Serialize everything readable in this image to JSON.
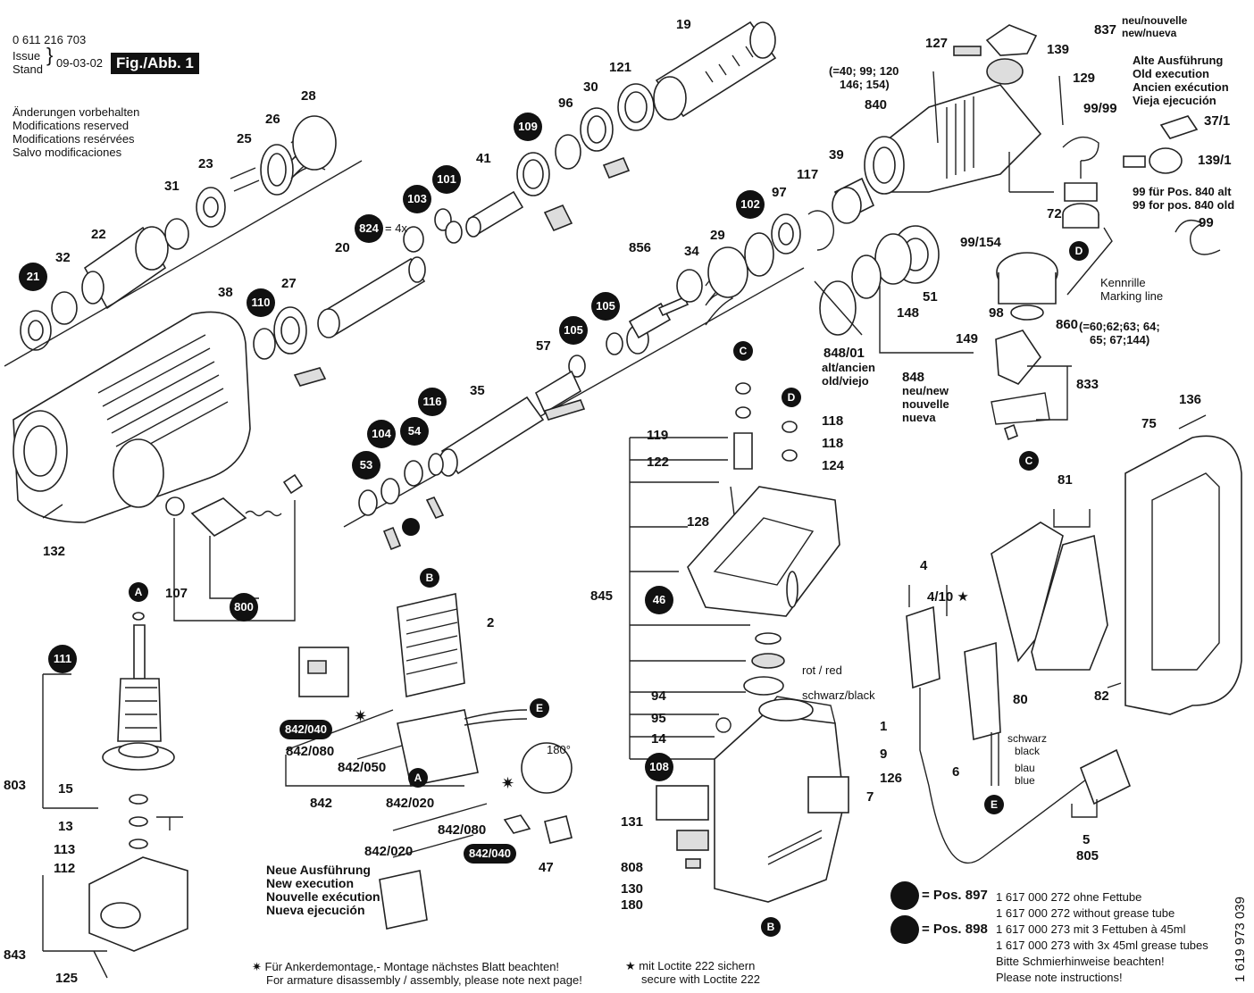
{
  "header": {
    "part_number": "0 611 216 703",
    "issue_label_1": "Issue",
    "issue_label_2": "Stand",
    "issue_date": "09-03-02",
    "figure_label": "Fig./Abb. 1"
  },
  "notices": {
    "modifications": [
      "Änderungen vorbehalten",
      "Modifications reserved",
      "Modifications resérvées",
      "Salvo modificaciones"
    ],
    "old_execution": [
      "Alte Ausführung",
      "Old execution",
      "Ancien exécution",
      "Vieja ejecución"
    ],
    "pos99_note_de": "99 für Pos. 840 alt",
    "pos99_note_en": "99 for pos. 840 old",
    "new_execution": [
      "Neue Ausführung",
      "New execution",
      "Nouvelle exécution",
      "Nueva ejecución"
    ],
    "marking_line": [
      "Kennrille",
      "Marking line"
    ],
    "ref_840": [
      "(=40; 99; 120",
      "146; 154)"
    ],
    "ref_860": [
      "(=60;62;63; 64;",
      "65; 67;144)"
    ],
    "old_label_848_01": [
      "alt/ancien",
      "old/viejo"
    ],
    "new_label_848": [
      "neu/new",
      "nouvelle",
      "nueva"
    ],
    "new_label_837": [
      "neu/nouvelle",
      "new/nueva"
    ],
    "wire_red": "rot / red",
    "wire_black": "schwarz/black",
    "wire_black_blue": [
      "schwarz",
      "black",
      "blau",
      "blue"
    ],
    "times_four": "= 4x",
    "angle": "180°"
  },
  "legend": {
    "pos897_label": "= Pos. 897",
    "pos898_label": "= Pos. 898",
    "pos897_lines": [
      "1 617 000 272 ohne Fettube",
      "1 617 000 272 without grease tube"
    ],
    "pos898_lines": [
      "1 617 000 273 mit 3 Fettuben à 45ml",
      "1 617 000 273 with 3x 45ml grease tubes",
      "Bitte Schmierhinweise beachten!",
      "Please note instructions!"
    ],
    "armature_note": [
      "Für Ankerdemontage,- Montage nächstes Blatt beachten!",
      "For armature disassembly / assembly, please note next page!"
    ],
    "loctite_note": [
      "mit Loctite 222 sichern",
      "secure with Loctite 222"
    ],
    "doc_number": "1 619 973 039"
  },
  "badges": [
    {
      "id": "21"
    },
    {
      "id": "110"
    },
    {
      "id": "109"
    },
    {
      "id": "103"
    },
    {
      "id": "101"
    },
    {
      "id": "824"
    },
    {
      "id": "105"
    },
    {
      "id": "105b",
      "label": "105"
    },
    {
      "id": "102"
    },
    {
      "id": "116"
    },
    {
      "id": "104"
    },
    {
      "id": "54"
    },
    {
      "id": "53"
    },
    {
      "id": "800"
    },
    {
      "id": "111"
    },
    {
      "id": "46"
    },
    {
      "id": "108"
    }
  ],
  "badge_labels": {
    "b21": "21",
    "b110": "110",
    "b109": "109",
    "b103": "103",
    "b101": "101",
    "b824": "824",
    "b105": "105",
    "b105b": "105",
    "b102": "102",
    "b116": "116",
    "b104": "104",
    "b54": "54",
    "b53": "53",
    "b800": "800",
    "b111": "111",
    "b46": "46",
    "b108": "108"
  },
  "letter_markers": {
    "A": "A",
    "B": "B",
    "C": "C",
    "D": "D",
    "E": "E"
  },
  "pill_labels": {
    "p1": "842/040",
    "p2": "842/040"
  },
  "part_labels": {
    "p19": "19",
    "p837": "837",
    "p127": "127",
    "p139": "139",
    "p129": "129",
    "p28": "28",
    "p26": "26",
    "p25": "25",
    "p23": "23",
    "p31": "31",
    "p22": "22",
    "p32": "32",
    "p121": "121",
    "p96": "96",
    "p30": "30",
    "p41": "41",
    "p840": "840",
    "p99_99": "99/99",
    "p37_1": "37/1",
    "p139_1": "139/1",
    "p39": "39",
    "p117": "117",
    "p97": "97",
    "p72": "72",
    "p99": "99",
    "p20": "20",
    "p856": "856",
    "p34": "34",
    "p29": "29",
    "p99_154": "99/154",
    "p38": "38",
    "p27": "27",
    "p51": "51",
    "p148": "148",
    "p98": "98",
    "p860": "860",
    "p57": "57",
    "p35": "35",
    "p149": "149",
    "p848_01": "848/01",
    "p848": "848",
    "p833": "833",
    "p119": "119",
    "p118a": "118",
    "p118b": "118",
    "p122": "122",
    "p124": "124",
    "p136": "136",
    "p75": "75",
    "p132": "132",
    "p128": "128",
    "p81": "81",
    "p107": "107",
    "p845": "845",
    "p2": "2",
    "p4": "4",
    "p4_10": "4/10 ★",
    "p842_080a": "842/080",
    "p842_050": "842/050",
    "p803": "803",
    "p15": "15",
    "p842": "842",
    "p842_020a": "842/020",
    "p94": "94",
    "p95": "95",
    "p14": "14",
    "p1": "1",
    "p9": "9",
    "p80": "80",
    "p82": "82",
    "p6": "6",
    "p13": "13",
    "p113": "113",
    "p112": "112",
    "p842_080b": "842/080",
    "p842_020b": "842/020",
    "p47": "47",
    "p131": "131",
    "p7": "7",
    "p126": "126",
    "p808": "808",
    "p130": "130",
    "p180": "180",
    "p5": "5",
    "p805": "805",
    "p843": "843",
    "p125": "125"
  }
}
